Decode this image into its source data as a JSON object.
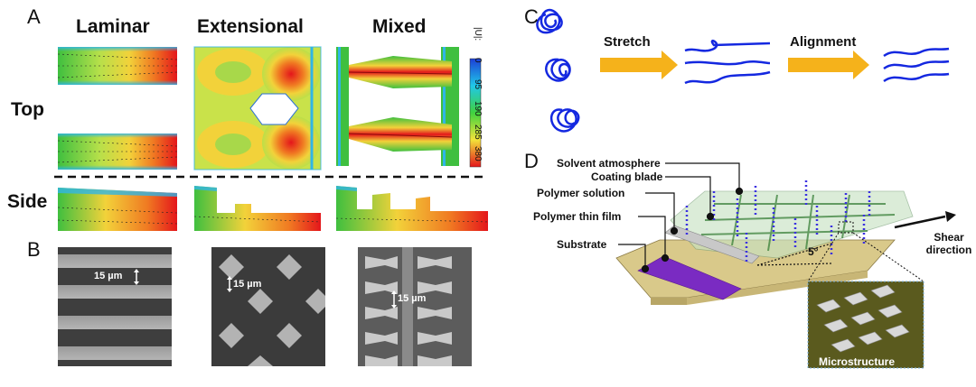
{
  "panels": {
    "a": {
      "letter": "A"
    },
    "b": {
      "letter": "B"
    },
    "c": {
      "letter": "C"
    },
    "d": {
      "letter": "D"
    }
  },
  "flow_types": [
    "Laminar",
    "Extensional",
    "Mixed"
  ],
  "rows": {
    "top": "Top",
    "side": "Side"
  },
  "colorbar": {
    "unit": "|U|:",
    "ticks": [
      "0",
      "95",
      "190",
      "285",
      "380"
    ]
  },
  "scale_labels": [
    "15 µm",
    "15 µm",
    "15 µm"
  ],
  "process": {
    "stretch": "Stretch",
    "alignment": "Alignment"
  },
  "schematic": {
    "solvent_atmosphere": "Solvent atmosphere",
    "coating_blade": "Coating blade",
    "polymer_solution": "Polymer solution",
    "polymer_thin_film": "Polymer thin film",
    "substrate": "Substrate",
    "shear_direction": "Shear direction",
    "angle": "5°",
    "microstructure": "Microstructure"
  },
  "colors": {
    "arrow_orange": "#f5b21b",
    "polymer_blue": "#1428e0",
    "film_purple": "#7a2bc2",
    "substrate_tan": "#d9c98a",
    "micro_bg": "#5a5a1e"
  }
}
